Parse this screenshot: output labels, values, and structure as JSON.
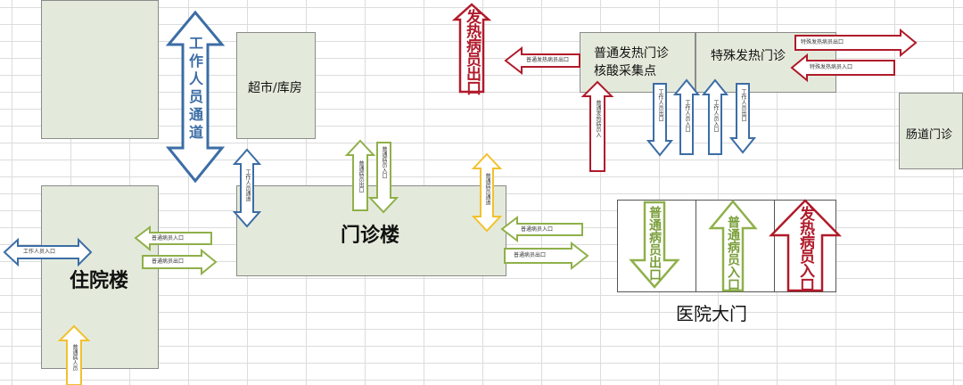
{
  "buildings": {
    "inpatient": "住院楼",
    "supermarket": "超市/库房",
    "outpatient": "门诊楼",
    "general_fever": "普通发热门诊\n核酸采集点",
    "special_fever": "特殊发热门诊",
    "intestinal": "肠道门诊",
    "gate": "医院大门"
  },
  "arrows": {
    "staff_channel": "工作人员通道",
    "fever_exit": "发热病员出口",
    "fever_entry": "发热病员入口",
    "general_exit": "普通病员出口",
    "general_entry": "普通病员入口",
    "fever_patient_exit_small": "普通发热病员出口",
    "general_fever_entry_small": "普通发热病员入",
    "staff_exit_1": "工作人员出口",
    "staff_entry_1": "工作人员入口",
    "staff_entry_2": "工作人员入口",
    "staff_exit_2": "工作人员出口",
    "special_fever_exit": "特殊发热病员出口",
    "special_fever_entry": "特殊发热病员入口",
    "staff_passage_small": "工作人员通道",
    "outpatient_exit": "普通病员出口",
    "outpatient_entry": "普通病员入口",
    "staff_entry_left": "工作人员入口",
    "inpatient_general_entry": "普通病员入口",
    "inpatient_general_exit": "普通病员出口",
    "outpatient_right_entry": "普通病员入口",
    "outpatient_right_exit": "普通病员出口",
    "yellow_outpatient": "普通病员通道",
    "yellow_inpatient": "普通病人员"
  },
  "colors": {
    "building_fill": "#e4eadb",
    "blue": "#3c6da6",
    "green": "#8fb04a",
    "red": "#b01a2a",
    "yellow": "#f2c12e"
  }
}
